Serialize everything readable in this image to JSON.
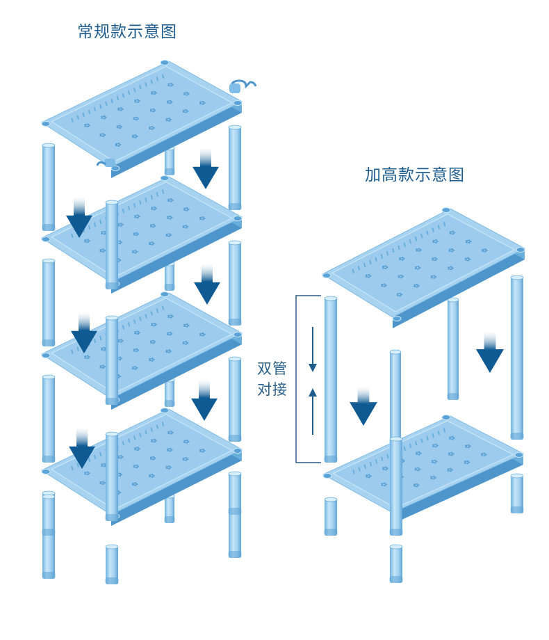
{
  "titles": {
    "regular": "常规款示意图",
    "tall": "加高款示意图"
  },
  "joint_label": {
    "line1": "双管",
    "line2": "对接"
  },
  "colors": {
    "shelf_fill": "#a8d3f0",
    "shelf_dark": "#6aaedc",
    "shelf_deep": "#4d95cb",
    "arrow": "#0f5a92",
    "title": "#1f5d8f",
    "bracket": "#2a5f8a"
  },
  "icons": [
    "arrow-down-icon",
    "arrow-up-icon",
    "hook-icon"
  ]
}
